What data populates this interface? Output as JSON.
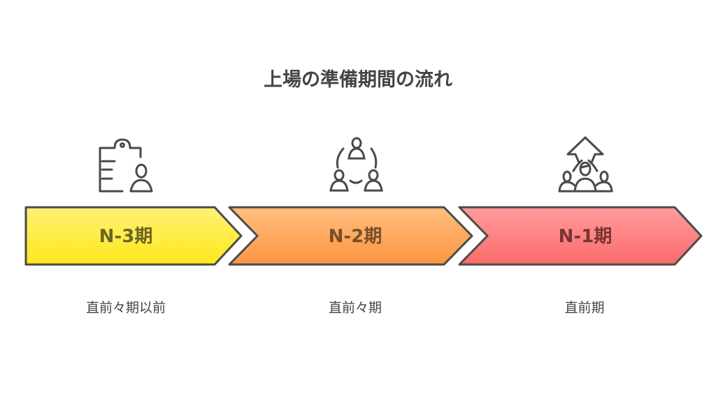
{
  "title": "上場の準備期間の流れ",
  "stages": [
    {
      "label": "N-3期",
      "sublabel": "直前々期以前",
      "icon": "clipboard-person-icon",
      "fill_top": "#fff176",
      "fill_bottom": "#ffe81a",
      "text_color": "#6b6528"
    },
    {
      "label": "N-2期",
      "sublabel": "直前々期",
      "icon": "team-circle-icon",
      "fill_top": "#ffbf80",
      "fill_bottom": "#fb9540",
      "text_color": "#7a4f2a"
    },
    {
      "label": "N-1期",
      "sublabel": "直前期",
      "icon": "group-growth-arrow-icon",
      "fill_top": "#ff9c9c",
      "fill_bottom": "#fb6a6a",
      "text_color": "#7a3434"
    }
  ]
}
